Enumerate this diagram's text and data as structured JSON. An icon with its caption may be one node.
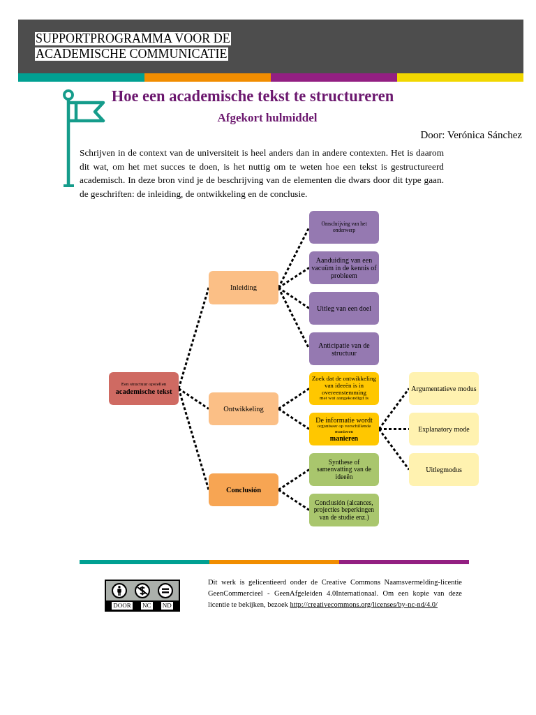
{
  "diagram": {
    "title": "Hoe een academische tekst te structureren",
    "nodes": [
      {
        "text": [
          "Een structuur opstellen",
          "academische tekst"
        ]
      },
      {
        "text": [
          "Inleiding"
        ]
      },
      {
        "text": [
          "Ontwikkeling"
        ]
      },
      {
        "text": [
          "Conclusión"
        ]
      },
      {
        "text": [
          "Omschrijving van het onderwerp"
        ]
      },
      {
        "text": [
          "Aanduiding van een vacuüm in de kennis of probleem"
        ]
      },
      {
        "text": [
          "Uitleg van een doel"
        ]
      },
      {
        "text": [
          "Anticipatie van de structuur"
        ]
      },
      {
        "text": [
          "Zoek dat de ontwikkeling van ideeën is in overeenstemming",
          "met wat aangekondigd is"
        ]
      },
      {
        "text": [
          "De informatie wordt",
          "organiseer op verschillende manieren",
          "manieren"
        ]
      },
      {
        "text": [
          "Synthese of samenvatting van de ideeën"
        ]
      },
      {
        "text": [
          "Conclusión (alcances, projecties beperkingen van de studie enz.)"
        ]
      },
      {
        "text": [
          "Argumentatieve modus"
        ]
      },
      {
        "text": [
          "Explanatory mode"
        ]
      },
      {
        "text": [
          "Uitlegmodus"
        ]
      }
    ],
    "edges": [
      {
        "from": 0,
        "to": 1,
        "arrow": "none",
        "style": "dashed"
      },
      {
        "from": 0,
        "to": 2,
        "arrow": "none",
        "style": "dashed"
      },
      {
        "from": 0,
        "to": 3,
        "arrow": "none",
        "style": "dashed"
      },
      {
        "from": 1,
        "to": 4,
        "arrow": "none",
        "style": "dashed"
      },
      {
        "from": 1,
        "to": 5,
        "arrow": "none",
        "style": "dashed"
      },
      {
        "from": 1,
        "to": 6,
        "arrow": "none",
        "style": "dashed"
      },
      {
        "from": 1,
        "to": 7,
        "arrow": "none",
        "style": "dashed"
      },
      {
        "from": 2,
        "to": 8,
        "arrow": "none",
        "style": "dashed"
      },
      {
        "from": 2,
        "to": 9,
        "arrow": "none",
        "style": "dashed"
      },
      {
        "from": 3,
        "to": 10,
        "arrow": "none",
        "style": "dashed"
      },
      {
        "from": 3,
        "to": 11,
        "arrow": "none",
        "style": "dashed"
      },
      {
        "from": 9,
        "to": 12,
        "arrow": "none",
        "style": "dashed"
      },
      {
        "from": 9,
        "to": 13,
        "arrow": "none",
        "style": "dashed"
      },
      {
        "from": 9,
        "to": 14,
        "arrow": "none",
        "style": "dashed"
      }
    ],
    "labels": [
      "SUPPORTPROGRAMMA VOOR DE",
      "ACADEMISCHE COMMUNICATIE",
      "Afgekort hulmiddel",
      "Door: Verónica Sánchez",
      "Schrijven in de context van de universiteit is heel anders dan in andere contexten. Het is daarom dit wat, om het met succes te doen, is het nuttig om te weten hoe een tekst is gestructureerd academisch. In deze bron vind je de beschrijving van de elementen die dwars door dit type gaan. de geschriften: de inleiding, de ontwikkeling en de conclusie.",
      "DOOR",
      "NC",
      "ND",
      "Dit werk is gelicentieerd onder de Creative Commons Naamsvermelding-licentie GeenCommercieel - GeenAfgeleiden 4.0Internationaal. Om een kopie van deze licentie te bekijken, bezoek",
      "http://creativecommons.org/licenses/by-nc-nd/4.0/"
    ]
  }
}
